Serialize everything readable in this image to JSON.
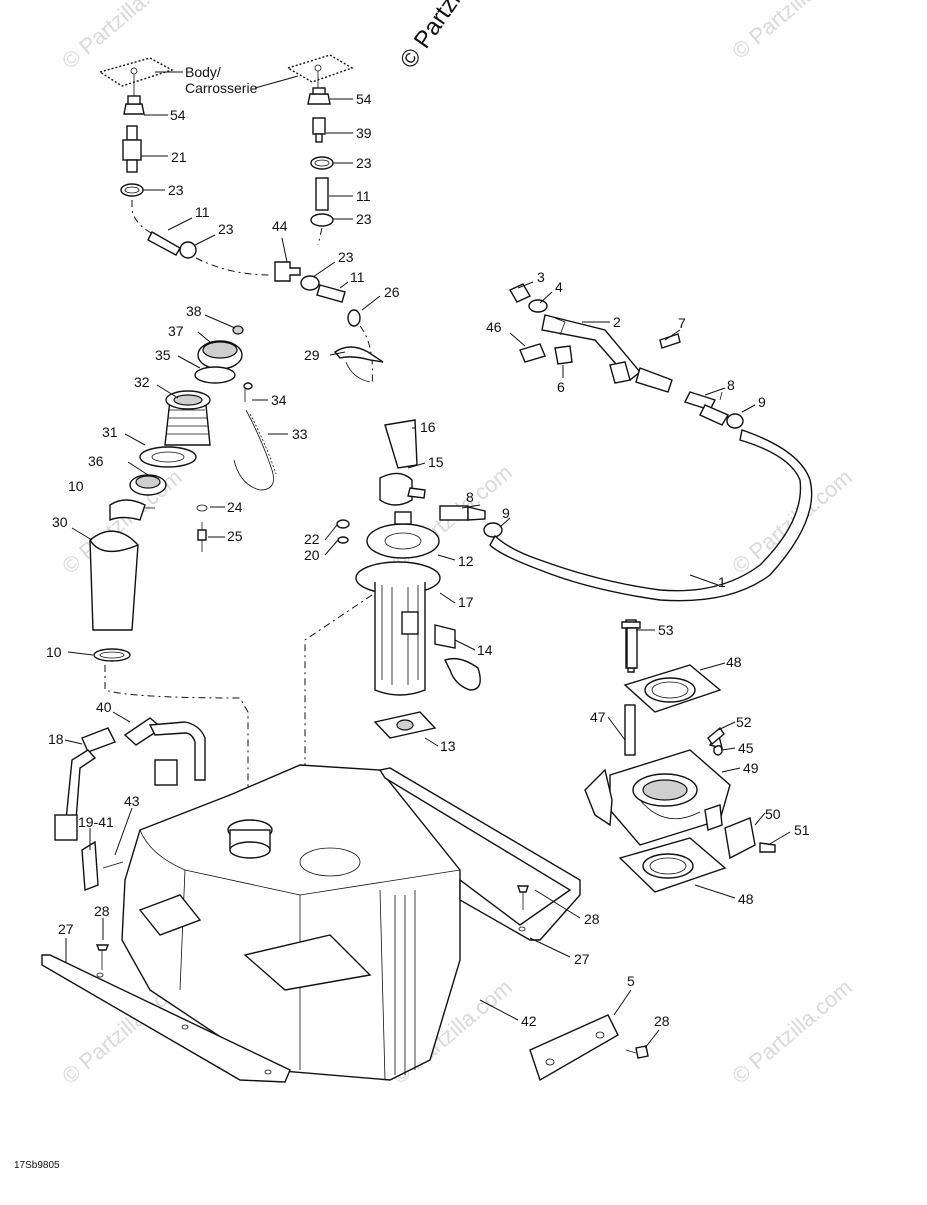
{
  "watermark": {
    "main": "© Partzilla.com",
    "faint": "© Partzilla.com"
  },
  "diagram_code": "17Sb9805",
  "body_label": {
    "line1": "Body/",
    "line2": "Carrosserie"
  },
  "callouts": [
    {
      "id": "c54a",
      "text": "54"
    },
    {
      "id": "c21",
      "text": "21"
    },
    {
      "id": "c23a",
      "text": "23"
    },
    {
      "id": "c11a",
      "text": "11"
    },
    {
      "id": "c23b",
      "text": "23"
    },
    {
      "id": "c44",
      "text": "44"
    },
    {
      "id": "c54b",
      "text": "54"
    },
    {
      "id": "c39",
      "text": "39"
    },
    {
      "id": "c23c",
      "text": "23"
    },
    {
      "id": "c11b",
      "text": "11"
    },
    {
      "id": "c23d",
      "text": "23"
    },
    {
      "id": "c23e",
      "text": "23"
    },
    {
      "id": "c11c",
      "text": "11"
    },
    {
      "id": "c26",
      "text": "26"
    },
    {
      "id": "c3",
      "text": "3"
    },
    {
      "id": "c4",
      "text": "4"
    },
    {
      "id": "c2",
      "text": "2"
    },
    {
      "id": "c7",
      "text": "7"
    },
    {
      "id": "c46",
      "text": "46"
    },
    {
      "id": "c6",
      "text": "6"
    },
    {
      "id": "c8a",
      "text": "8"
    },
    {
      "id": "c9a",
      "text": "9"
    },
    {
      "id": "c38",
      "text": "38"
    },
    {
      "id": "c37",
      "text": "37"
    },
    {
      "id": "c35",
      "text": "35"
    },
    {
      "id": "c29",
      "text": "29"
    },
    {
      "id": "c32",
      "text": "32"
    },
    {
      "id": "c34",
      "text": "34"
    },
    {
      "id": "c33",
      "text": "33"
    },
    {
      "id": "c31",
      "text": "31"
    },
    {
      "id": "c16",
      "text": "16"
    },
    {
      "id": "c36",
      "text": "36"
    },
    {
      "id": "c15",
      "text": "15"
    },
    {
      "id": "c10a",
      "text": "10"
    },
    {
      "id": "c24",
      "text": "24"
    },
    {
      "id": "c8b",
      "text": "8"
    },
    {
      "id": "c9b",
      "text": "9"
    },
    {
      "id": "c30",
      "text": "30"
    },
    {
      "id": "c25",
      "text": "25"
    },
    {
      "id": "c22",
      "text": "22"
    },
    {
      "id": "c20",
      "text": "20"
    },
    {
      "id": "c12",
      "text": "12"
    },
    {
      "id": "c1",
      "text": "1"
    },
    {
      "id": "c17",
      "text": "17"
    },
    {
      "id": "c53",
      "text": "53"
    },
    {
      "id": "c10b",
      "text": "10"
    },
    {
      "id": "c14",
      "text": "14"
    },
    {
      "id": "c48a",
      "text": "48"
    },
    {
      "id": "c13",
      "text": "13"
    },
    {
      "id": "c40",
      "text": "40"
    },
    {
      "id": "c47",
      "text": "47"
    },
    {
      "id": "c52",
      "text": "52"
    },
    {
      "id": "c18",
      "text": "18"
    },
    {
      "id": "c45",
      "text": "45"
    },
    {
      "id": "c49",
      "text": "49"
    },
    {
      "id": "c43",
      "text": "43"
    },
    {
      "id": "c50",
      "text": "50"
    },
    {
      "id": "c51",
      "text": "51"
    },
    {
      "id": "c1941",
      "text": "19-41"
    },
    {
      "id": "c48b",
      "text": "48"
    },
    {
      "id": "c28a",
      "text": "28"
    },
    {
      "id": "c28b",
      "text": "28"
    },
    {
      "id": "c27a",
      "text": "27"
    },
    {
      "id": "c27b",
      "text": "27"
    },
    {
      "id": "c5",
      "text": "5"
    },
    {
      "id": "c42",
      "text": "42"
    },
    {
      "id": "c28c",
      "text": "28"
    }
  ]
}
